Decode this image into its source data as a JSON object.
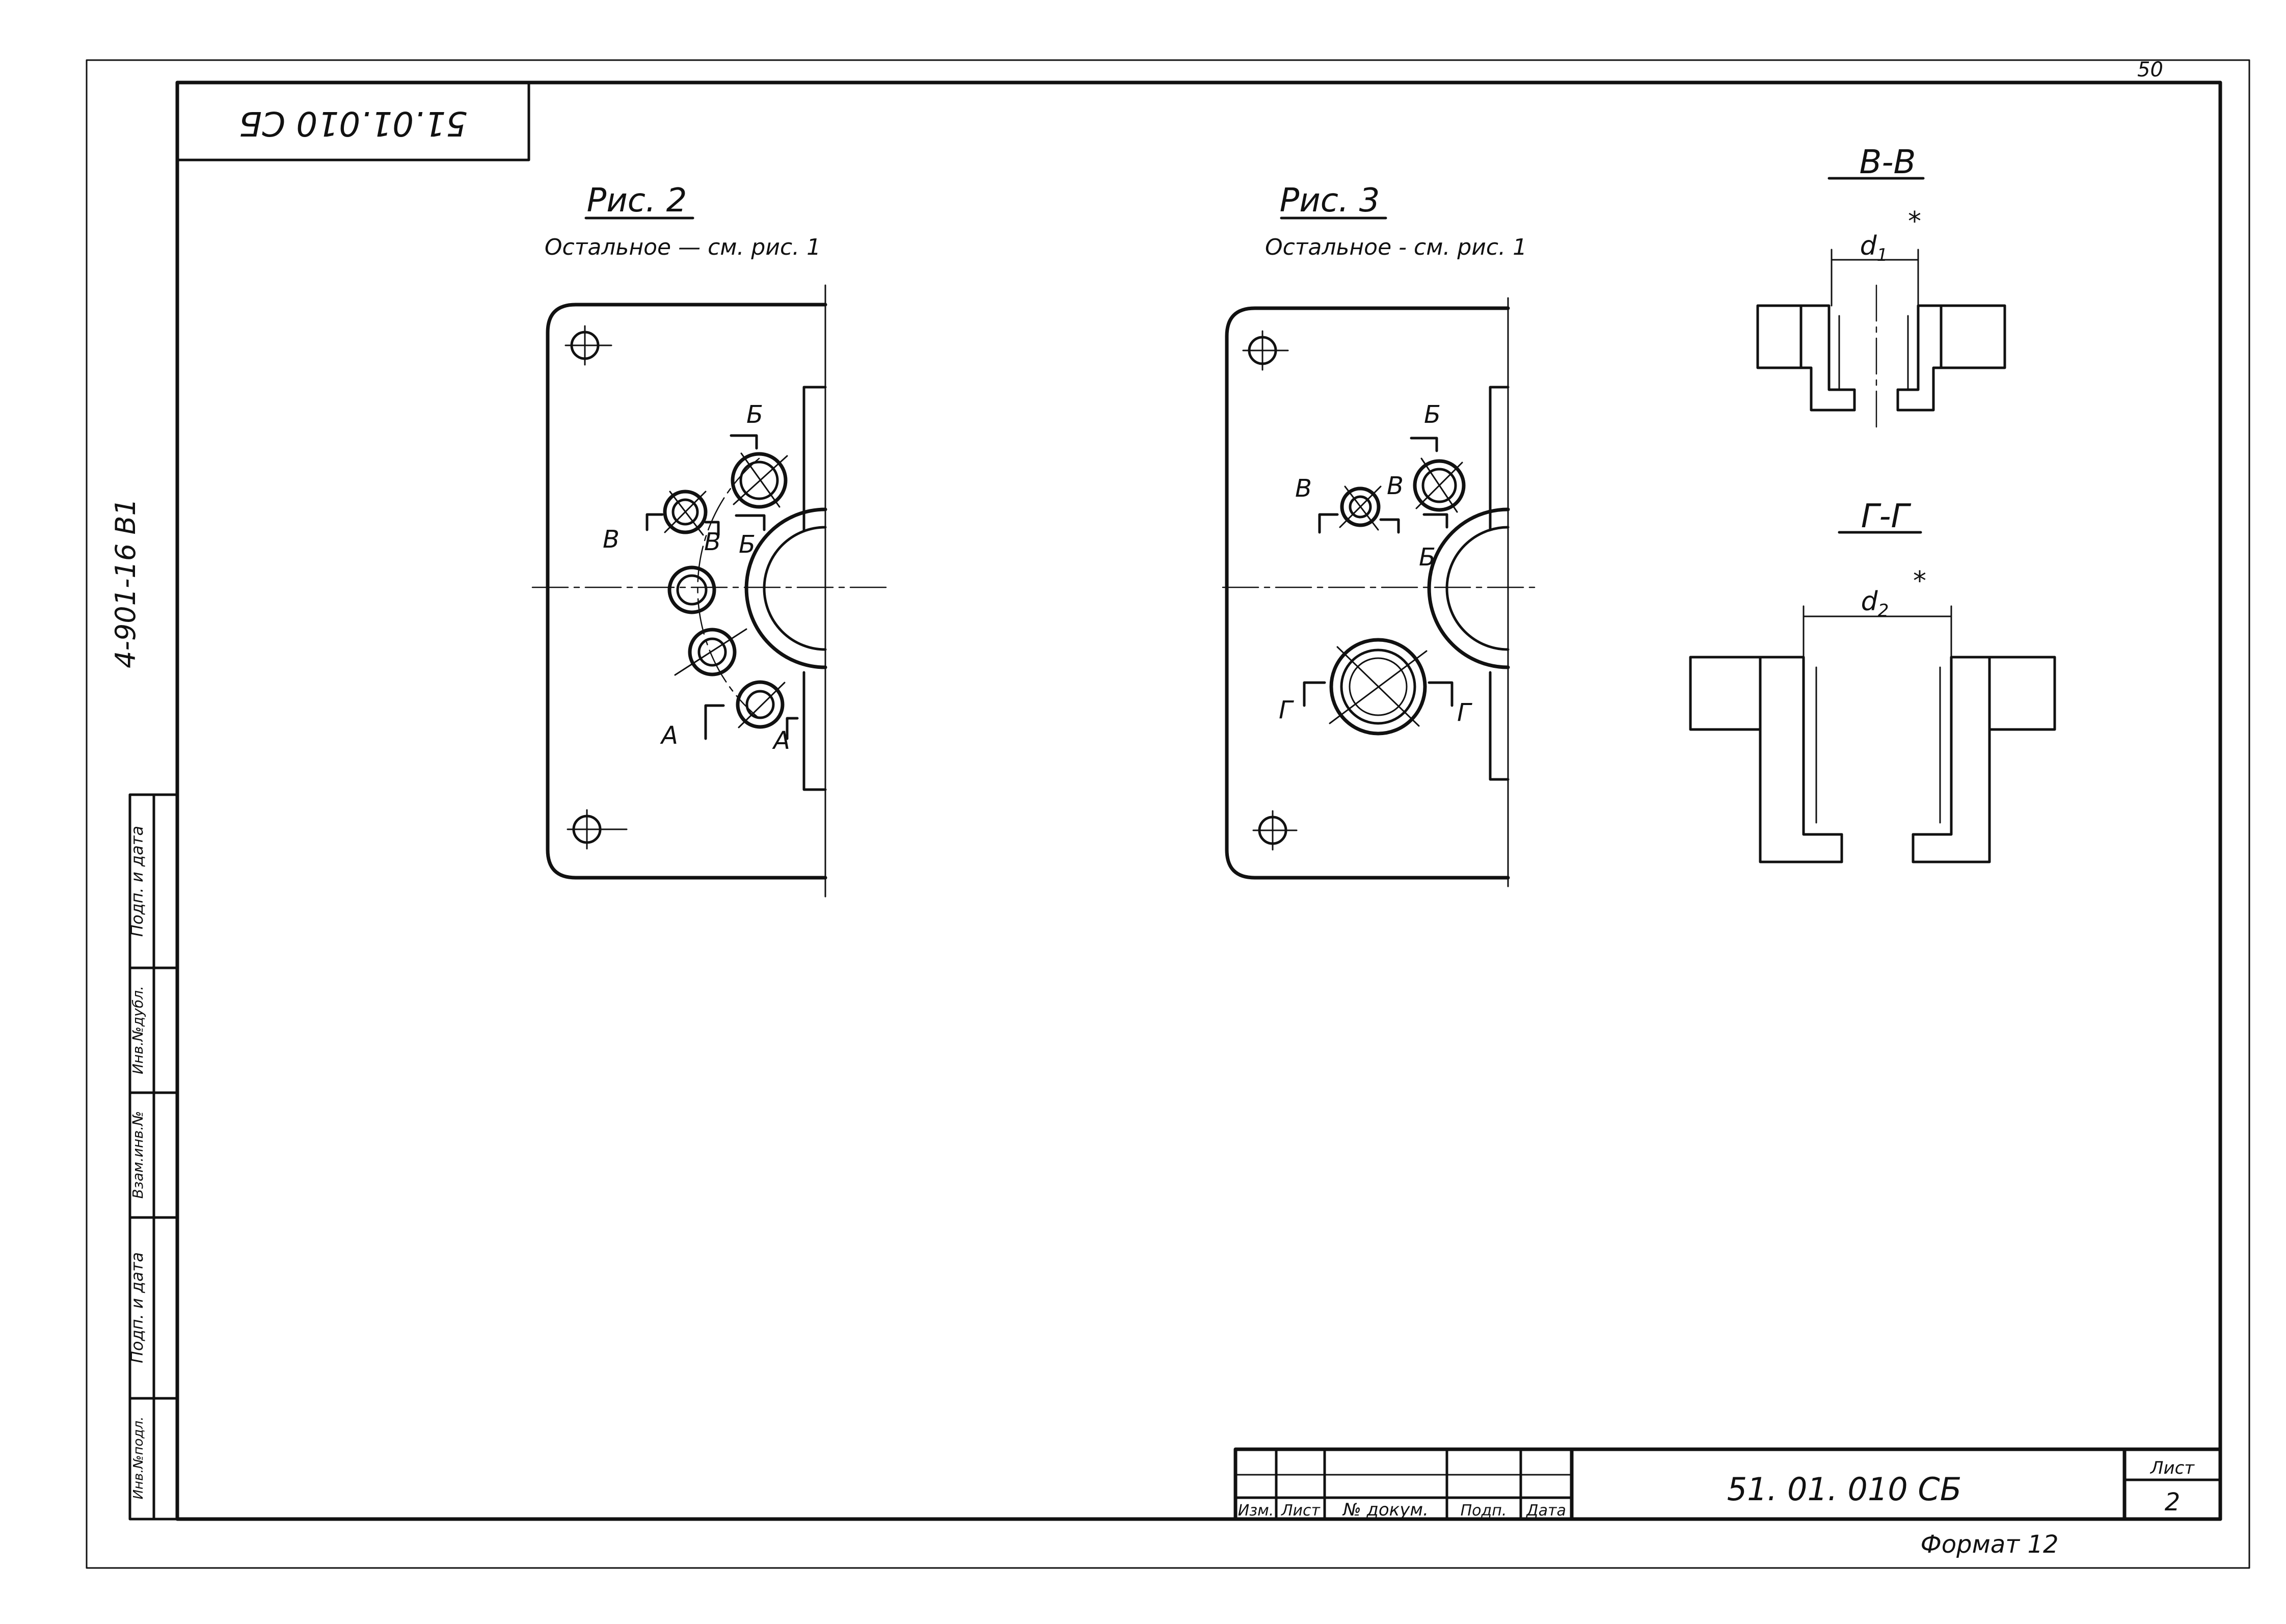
{
  "sheet_corner_number": "50",
  "rotated_doc_code": "51.01.010 СБ",
  "project_code": "4-901-16 В1",
  "fig2": {
    "title": "Рис. 2",
    "subtitle": "Остальное — см. рис. 1",
    "labels": [
      "Б",
      "Б",
      "В",
      "В",
      "А",
      "А"
    ]
  },
  "fig3": {
    "title": "Рис. 3",
    "subtitle": "Остальное - см. рис. 1",
    "labels": [
      "Б",
      "Б",
      "В",
      "В",
      "Г",
      "Г"
    ]
  },
  "section_vv": {
    "title": "В-В",
    "dim": "d",
    "dim_sub": "1",
    "note": "*"
  },
  "section_gg": {
    "title": "Г-Г",
    "dim": "d",
    "dim_sub": "2",
    "note": "*"
  },
  "left_stamp": [
    "Инв.№подл.",
    "Подп. и дата",
    "Взам.инв.№",
    "Инв.№дубл.",
    "Подп. и дата"
  ],
  "title_block": {
    "col_headers": [
      "Изм.",
      "Лист",
      "№ докум.",
      "Подп.",
      "Дата"
    ],
    "doc_code": "51. 01. 010 СБ",
    "sheet_label": "Лист",
    "sheet_number": "2"
  },
  "format_label": "Формат 12"
}
